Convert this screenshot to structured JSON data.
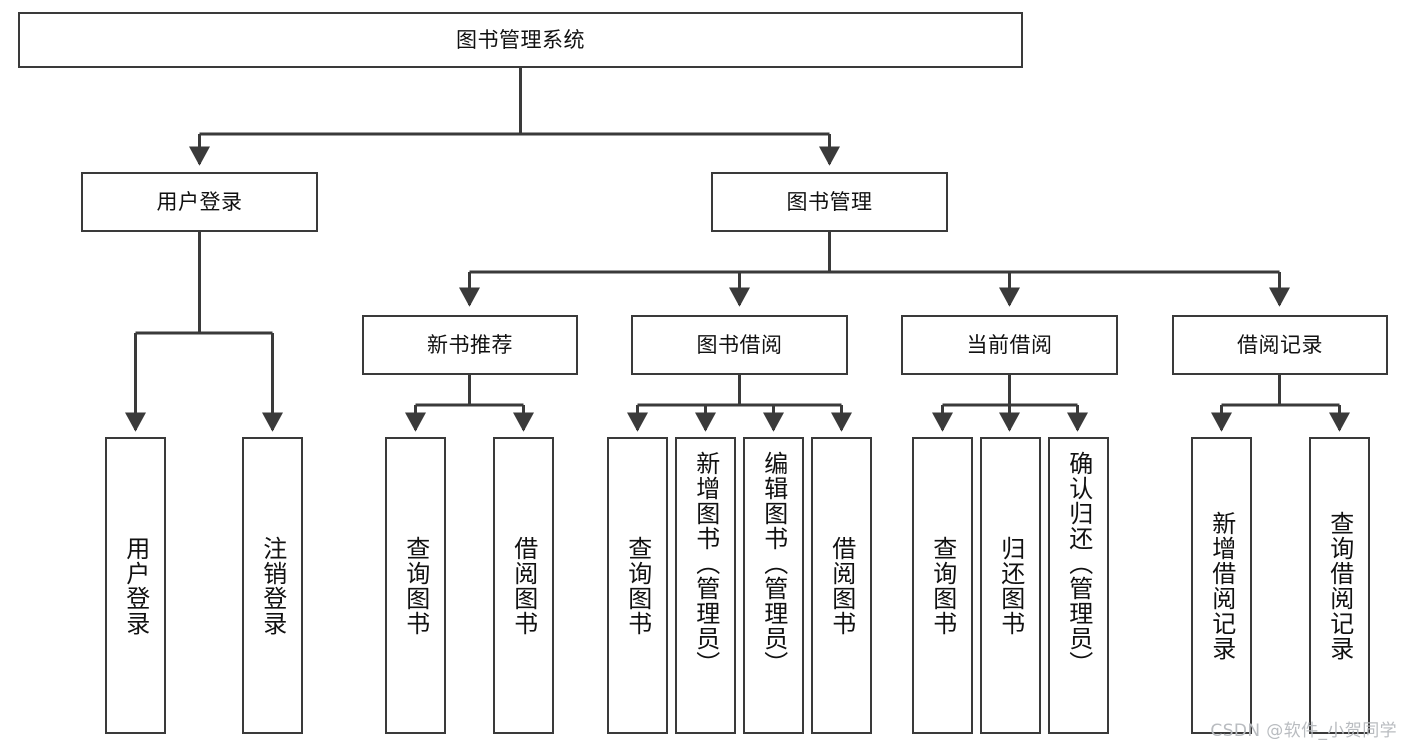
{
  "diagram": {
    "title": "图书管理系统",
    "root": {
      "label": "图书管理系统"
    },
    "level2": [
      {
        "label": "用户登录"
      },
      {
        "label": "图书管理"
      }
    ],
    "level3": [
      {
        "label": "新书推荐"
      },
      {
        "label": "图书借阅"
      },
      {
        "label": "当前借阅"
      },
      {
        "label": "借阅记录"
      }
    ],
    "leaves": {
      "user_login": [
        {
          "label": "用户登录"
        },
        {
          "label": "注销登录"
        }
      ],
      "new_book_recommend": [
        {
          "label": "查询图书"
        },
        {
          "label": "借阅图书"
        }
      ],
      "book_borrow": [
        {
          "label": "查询图书"
        },
        {
          "label": "新增图书（管理员）"
        },
        {
          "label": "编辑图书（管理员）"
        },
        {
          "label": "借阅图书"
        }
      ],
      "current_borrow": [
        {
          "label": "查询图书"
        },
        {
          "label": "归还图书"
        },
        {
          "label": "确认归还（管理员）"
        }
      ],
      "borrow_record": [
        {
          "label": "新增借阅记录"
        },
        {
          "label": "查询借阅记录"
        }
      ]
    }
  },
  "watermark": {
    "text": "CSDN @软件_小贺同学"
  },
  "colors": {
    "stroke": "#3a3a3a",
    "box_fill": "#ffffff",
    "text": "#111111",
    "watermark": "#b9bcc0",
    "background": "#ffffff"
  }
}
